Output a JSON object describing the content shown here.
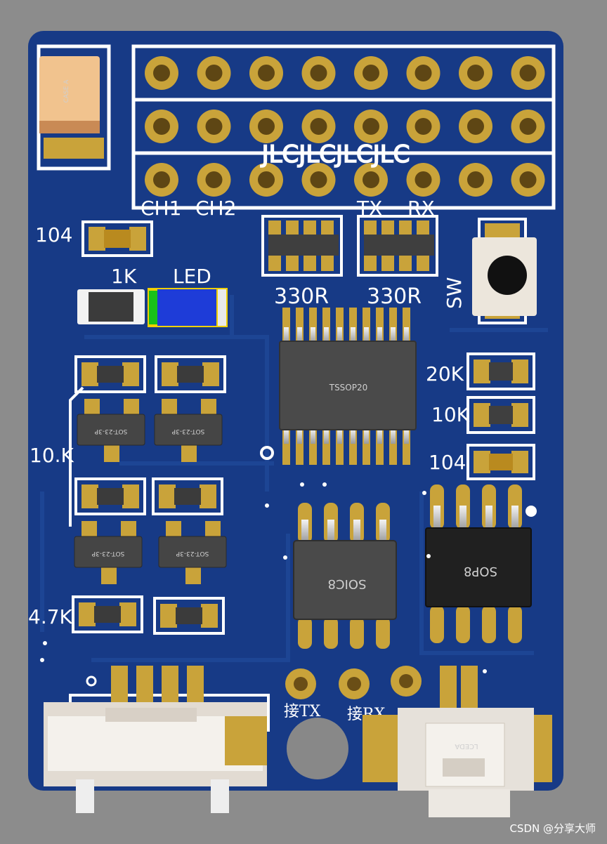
{
  "board": {
    "mask_color": "#173a86",
    "silkscreen_color": "#ffffff",
    "pad_color": "#c9a33a",
    "header_label": "JLCJLCJLCJLC",
    "header_pins": {
      "rows": 3,
      "cols": 8
    }
  },
  "labels": {
    "ch1": "CH1",
    "ch2": "CH2",
    "tx": "TX",
    "rx": "RX",
    "cap104_top": "104",
    "r1k": "1K",
    "led": "LED",
    "r330_left": "330R",
    "r330_right": "330R",
    "sw": "SW",
    "r20k": "20K",
    "r10k_right": "10K",
    "cap104_right": "104",
    "r10k_left": "10.K",
    "r47k": "4.7K",
    "jie_tx": "接TX",
    "jie_rx": "接RX"
  },
  "chips": {
    "tssop": "TSSOP20",
    "soic": "SOIC8",
    "sop": "SOP8",
    "sot": "SOT-23-3P",
    "tant": "CASE A",
    "conn_small": "LCEDA"
  },
  "watermark": "CSDN @分享大师"
}
